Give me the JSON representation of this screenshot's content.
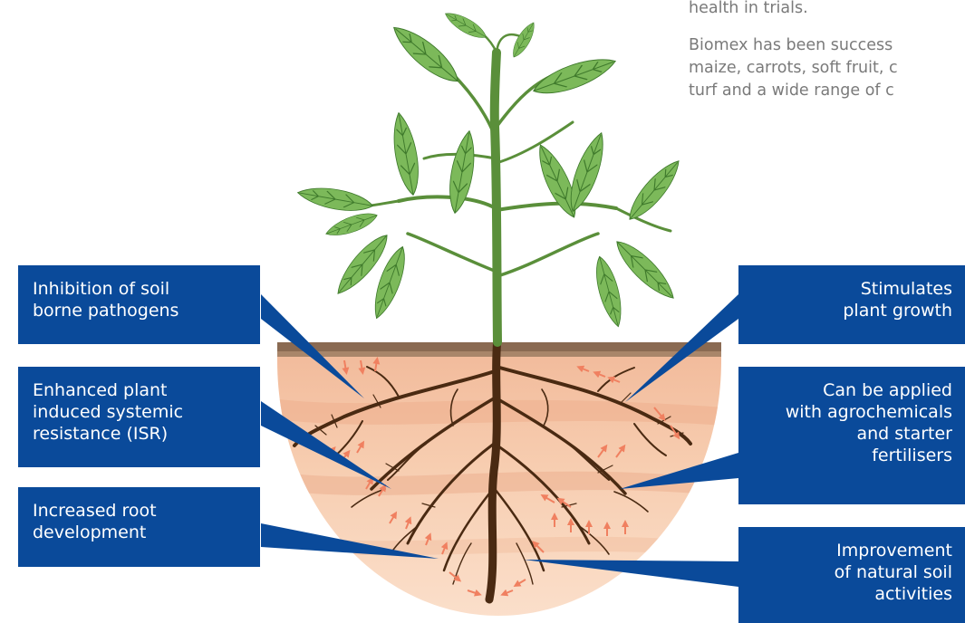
{
  "intro": {
    "line_1": "health in trials.",
    "line_2": "Biomex has been success",
    "line_3": "maize, carrots, soft fruit, c",
    "line_4": "turf and a wide range of c"
  },
  "labels": {
    "inhibition": "Inhibition of soil\nborne pathogens",
    "isr": "Enhanced plant\ninduced systemic\nresistance (ISR)",
    "root_development": "Increased root\ndevelopment",
    "growth": "Stimulates\nplant growth",
    "agrochemicals": "Can be applied\nwith agrochemicals\nand starter\nfertilisers",
    "soil_activities": "Improvement\nof natural soil\nactivities"
  },
  "colors": {
    "label_blue": "#0a4a9a",
    "leaf_green": "#7cb95a",
    "vein_green": "#3f7a2c",
    "stem_green": "#5a8f3a",
    "root_brown": "#4a2a12",
    "soil_top": "#8a6a52",
    "soil_light": "#f5c8a8",
    "arrow_orange": "#f08060"
  },
  "icons": {
    "leaf": "leaf-icon",
    "arrow": "arrow-icon"
  }
}
